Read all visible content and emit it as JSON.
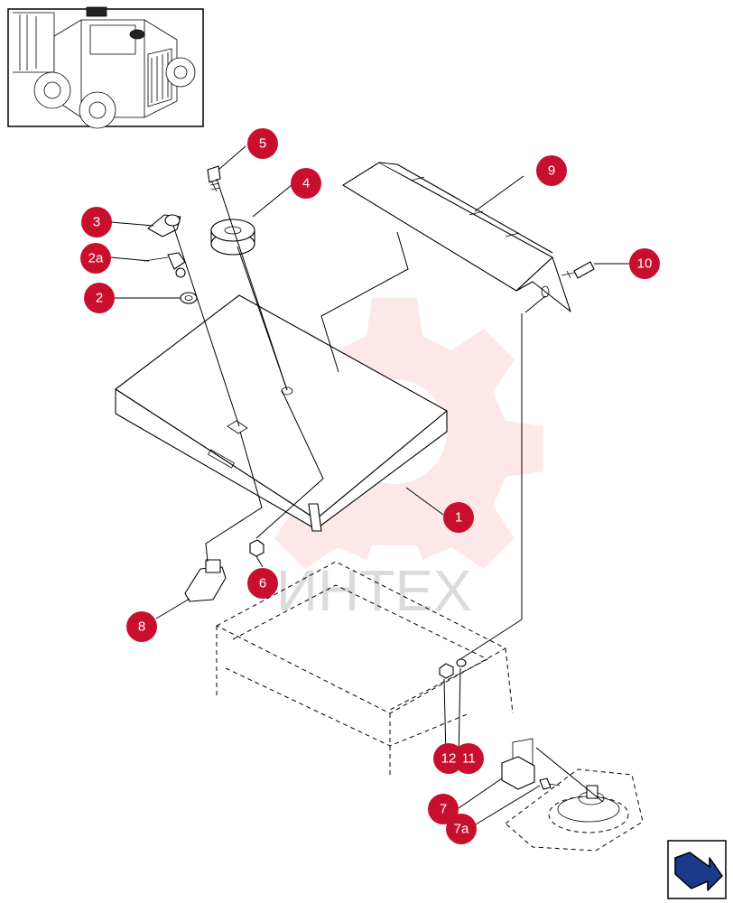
{
  "watermark": {
    "text": "ИНТЕХ"
  },
  "callouts": [
    {
      "id": "1",
      "label": "1"
    },
    {
      "id": "2",
      "label": "2"
    },
    {
      "id": "2a",
      "label": "2a"
    },
    {
      "id": "3",
      "label": "3"
    },
    {
      "id": "4",
      "label": "4"
    },
    {
      "id": "5",
      "label": "5"
    },
    {
      "id": "6",
      "label": "6"
    },
    {
      "id": "7",
      "label": "7"
    },
    {
      "id": "7a",
      "label": "7a"
    },
    {
      "id": "8",
      "label": "8"
    },
    {
      "id": "9",
      "label": "9"
    },
    {
      "id": "10",
      "label": "10"
    },
    {
      "id": "11",
      "label": "11"
    },
    {
      "id": "12",
      "label": "12"
    }
  ],
  "colors": {
    "callout": "#c8102e",
    "watermark": "#e84a4a",
    "line": "#000000"
  },
  "icons": {
    "locator": "machine-locator-icon",
    "next": "next-page-arrow-icon"
  }
}
